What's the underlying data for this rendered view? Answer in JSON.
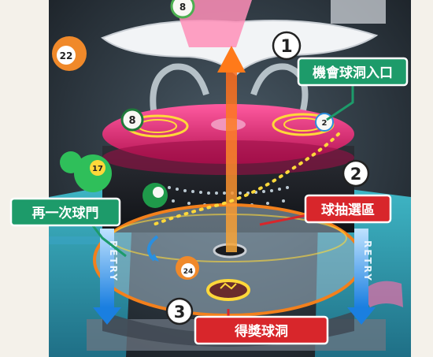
{
  "callouts": {
    "n1": "1",
    "n2": "2",
    "n3": "3",
    "c1": "機會球洞入口",
    "c2": "球抽選區",
    "c3": "得獎球洞",
    "c4": "再一次球門"
  },
  "retry_left": "RETRY",
  "retry_right": "RETRY",
  "balls": {
    "b_top": "8",
    "b_left": "22",
    "b_small": "8",
    "b_right": "2",
    "b_green": "17",
    "b_center": "24"
  },
  "colors": {
    "label_green": "#1d9b6a",
    "label_red": "#d8262b",
    "label_blue": "#2a8fe0",
    "accent_orange": "#f3801c",
    "machine_pink": "#d8206e"
  }
}
